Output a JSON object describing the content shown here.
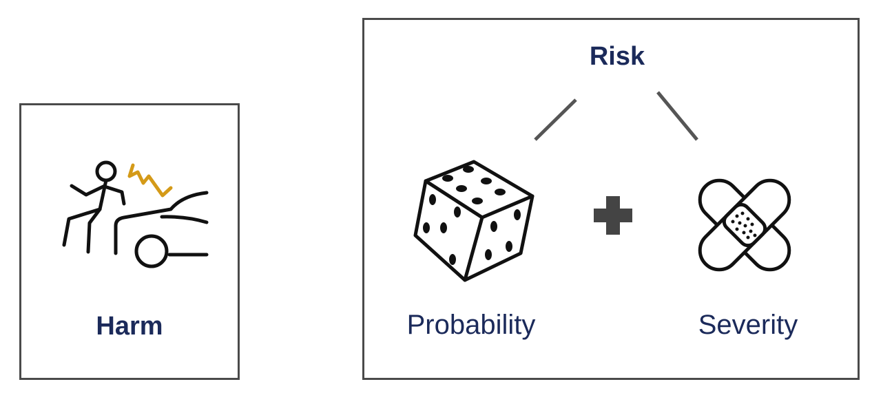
{
  "colors": {
    "navy": "#1b2a5a",
    "accent": "#d49a18",
    "ink": "#111111",
    "border": "#4a4a4a",
    "connector": "#555555",
    "plus": "#444444"
  },
  "harm": {
    "label": "Harm",
    "icon": "person-hit-by-car-icon"
  },
  "risk": {
    "title": "Risk",
    "operator": "plus",
    "factors": [
      {
        "label": "Probability",
        "icon": "dice-icon"
      },
      {
        "label": "Severity",
        "icon": "crossed-bandages-icon"
      }
    ]
  }
}
